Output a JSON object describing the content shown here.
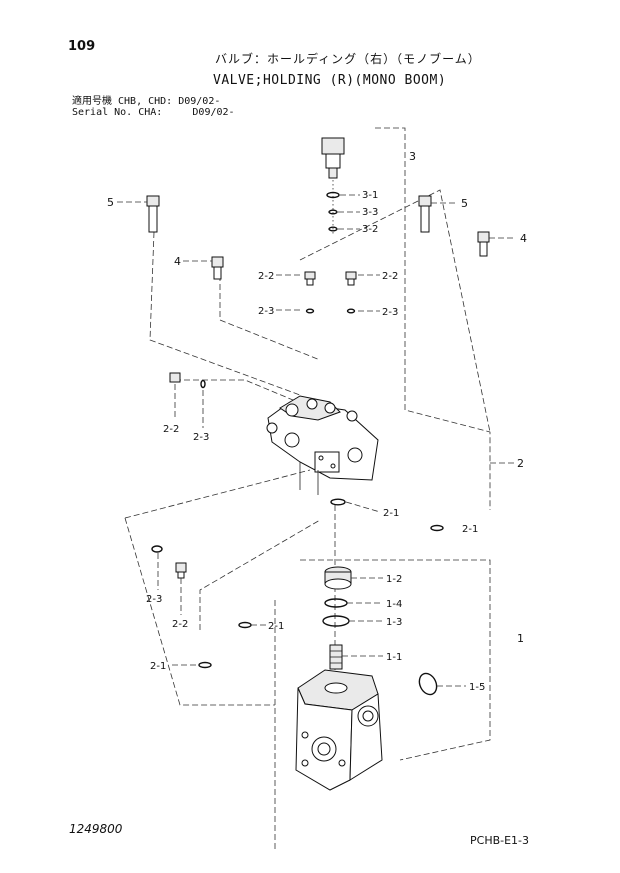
{
  "header": {
    "page_number": "109",
    "title_jp": "バルブ：ホールディング（右）（モノブーム）",
    "title_en": "VALVE;HOLDING (R)(MONO BOOM)",
    "serial_line1": "適用号機 CHB, CHD: D09/02-",
    "serial_line2": "Serial No. CHA:     D09/02-"
  },
  "footer": {
    "figure_number": "1249800",
    "page_code": "PCHB-E1-3"
  },
  "callouts": {
    "c3": "3",
    "c3_1": "3-1",
    "c3_3": "3-3",
    "c3_2": "3-2",
    "c5_left": "5",
    "c5_right": "5",
    "c4_right": "4",
    "c4_left": "4",
    "c2_2_a": "2-2",
    "c2_2_b": "2-2",
    "c2_3_a": "2-3",
    "c2_3_b": "2-3",
    "c2_2_c": "2-2",
    "c2_3_c": "2-3",
    "c2": "2",
    "c2_1_a": "2-1",
    "c2_1_b": "2-1",
    "c2_3_d": "2-3",
    "c2_2_d": "2-2",
    "c2_1_c": "2-1",
    "c2_1_d": "2-1",
    "c1_2": "1-2",
    "c1_4": "1-4",
    "c1_3": "1-3",
    "c1_1": "1-1",
    "c1_5": "1-5",
    "c1": "1"
  }
}
